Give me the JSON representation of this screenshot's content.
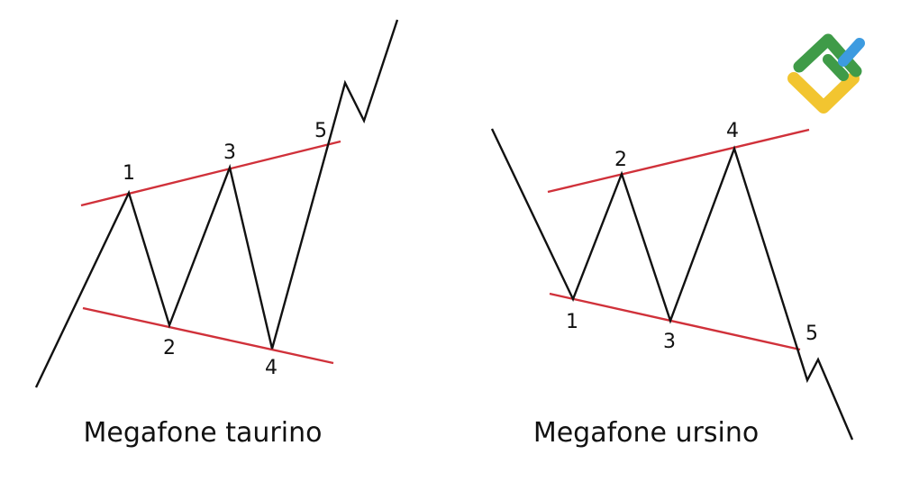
{
  "colors": {
    "price_line": "#111111",
    "trend_line": "#d0313a",
    "text": "#111111",
    "background": "#ffffff",
    "logo_green": "#3f9b48",
    "logo_yellow": "#f2c530",
    "logo_blue": "#3d9be0"
  },
  "logo": {
    "icon": "brand-logo-icon"
  },
  "patterns": [
    {
      "id": "bull",
      "caption": "Megafone taurino",
      "point_labels": [
        "1",
        "2",
        "3",
        "4",
        "5"
      ]
    },
    {
      "id": "bear",
      "caption": "Megafone ursino",
      "point_labels": [
        "1",
        "2",
        "3",
        "4",
        "5"
      ]
    }
  ]
}
